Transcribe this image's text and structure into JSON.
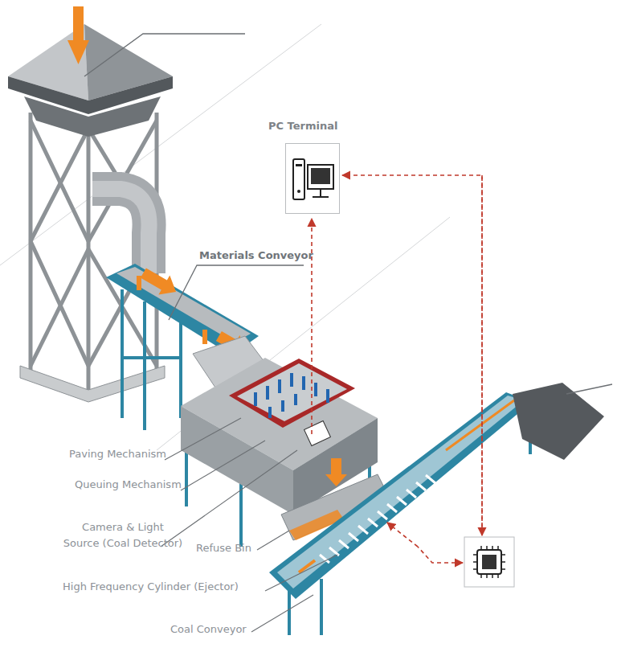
{
  "diagram": {
    "nodes": [
      {
        "text": [
          "PC Terminal"
        ]
      }
    ],
    "labels": [
      "Materials Conveyor",
      "Paving Mechanism",
      "Queuing Mechanism",
      "Camera & Light Source (Coal Detector)",
      "Refuse Bin",
      "High Frequency Cylinder (Ejector)",
      "Coal Conveyor"
    ]
  }
}
